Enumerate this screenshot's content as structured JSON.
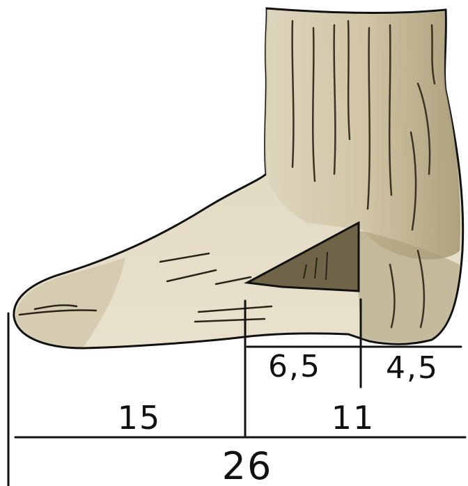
{
  "diagram": {
    "measurements": {
      "heel_to_instep": "6,5",
      "heel_depth": "4,5",
      "toe_section": "15",
      "foot_section": "11",
      "total_length": "26"
    },
    "colors": {
      "paper": "#ffffff",
      "sock_light": "#e4dcc6",
      "sock_mid": "#c9bc9a",
      "sock_dark": "#8a7d5f",
      "ink": "#111111"
    }
  }
}
